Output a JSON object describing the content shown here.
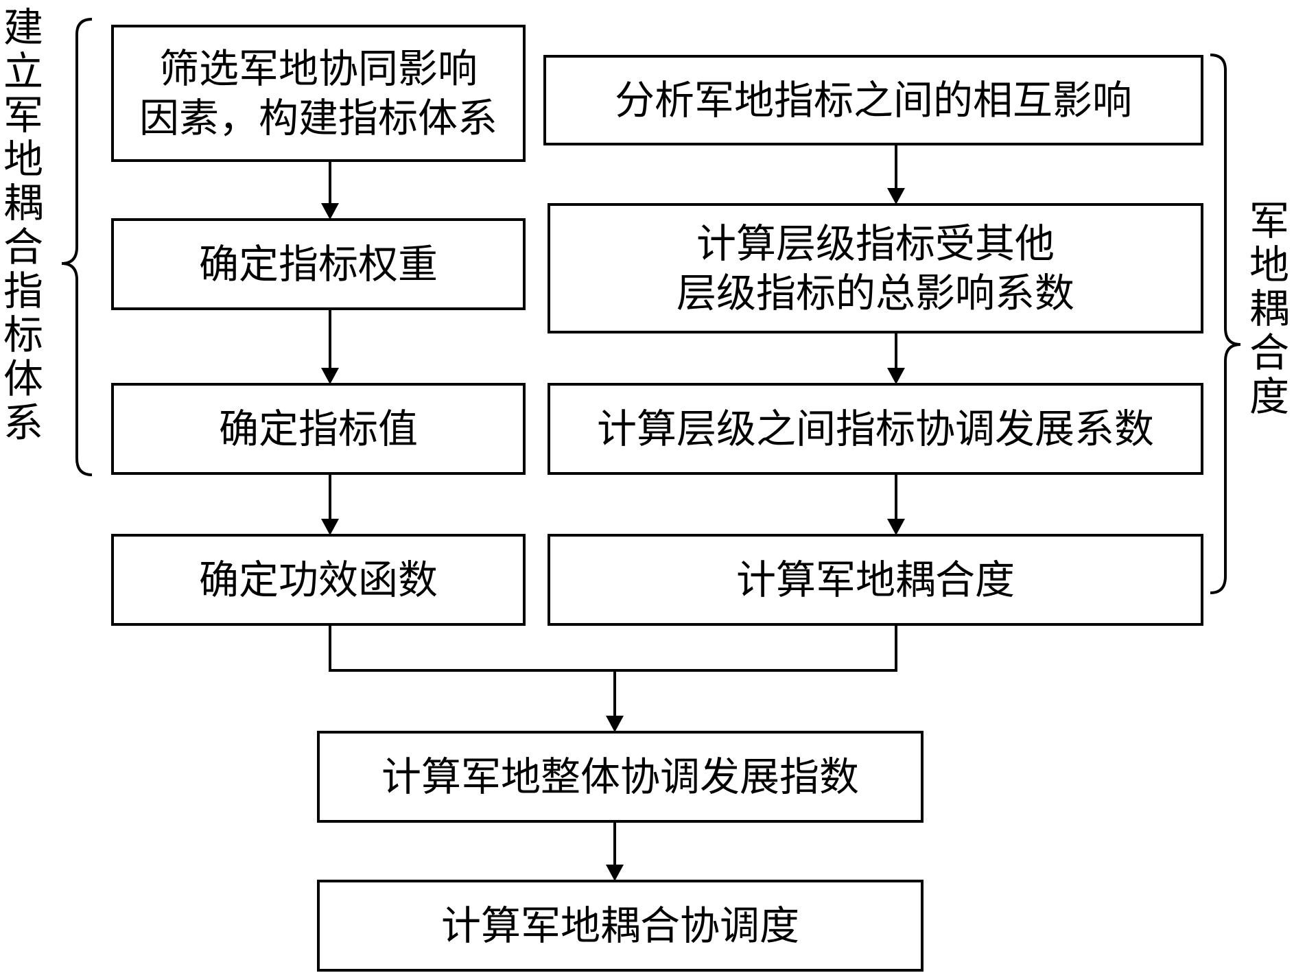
{
  "left_label": "建立军地耦合指标体系",
  "right_label": "军地耦合度",
  "boxes": {
    "screen_factors": {
      "line1": "筛选军地协同影响",
      "line2": "因素，构建指标体系"
    },
    "determine_weights": "确定指标权重",
    "determine_values": "确定指标值",
    "determine_efficacy": "确定功效函数",
    "analyze_influence": "分析军地指标之间的相互影响",
    "compute_total_influence": {
      "line1": "计算层级指标受其他",
      "line2": "层级指标的总影响系数"
    },
    "compute_coord_coef": "计算层级之间指标协调发展系数",
    "compute_coupling": "计算军地耦合度",
    "compute_overall_index": "计算军地整体协调发展指数",
    "compute_coupling_coord": "计算军地耦合协调度"
  }
}
